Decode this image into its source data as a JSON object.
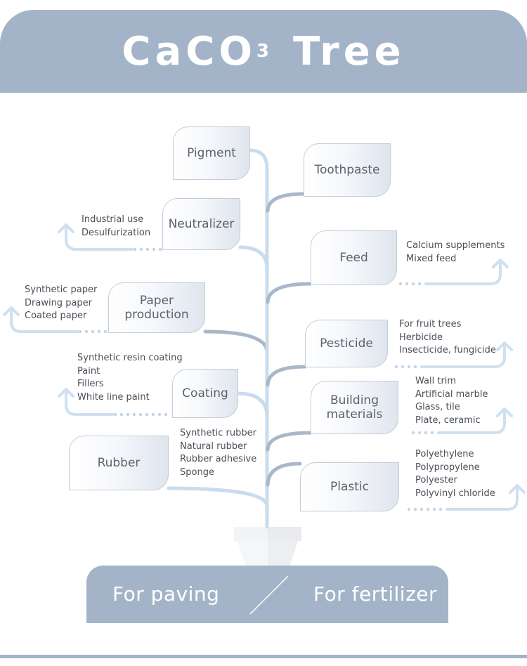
{
  "header": {
    "title_main": "CaCO",
    "title_sub": "3",
    "title_end": "Tree"
  },
  "nodes": [
    {
      "label": "Pigment"
    },
    {
      "label": "Toothpaste"
    },
    {
      "label": "Neutralizer",
      "uses": [
        "Industrial use",
        "Desulfurization"
      ]
    },
    {
      "label": "Feed",
      "uses": [
        "Calcium supplements",
        "Mixed feed"
      ]
    },
    {
      "label": "Paper\nproduction",
      "uses": [
        "Synthetic paper",
        "Drawing paper",
        "Coated paper"
      ]
    },
    {
      "label": "Pesticide",
      "uses": [
        "For fruit trees",
        "Herbicide",
        "Insecticide, fungicide"
      ]
    },
    {
      "label": "Coating",
      "uses": [
        "Synthetic resin coating",
        "Paint",
        "Fillers",
        "White line paint"
      ]
    },
    {
      "label": "Building\nmaterials",
      "uses": [
        "Wall trim",
        "Artificial marble",
        "Glass, tile",
        "Plate, ceramic"
      ]
    },
    {
      "label": "Rubber",
      "uses": [
        "Synthetic rubber",
        "Natural rubber",
        "Rubber adhesive",
        "Sponge"
      ]
    },
    {
      "label": "Plastic",
      "uses": [
        "Polyethylene",
        "Polypropylene",
        "Polyester",
        "Polyvinyl chloride"
      ]
    }
  ],
  "base": {
    "left": "For paving",
    "right": "For fertilizer"
  },
  "colors": {
    "banner": "#a3b4c8",
    "branch_light": "#c9dced",
    "branch_dark": "#a9b8c8",
    "arrow": "#cfe0ef"
  }
}
